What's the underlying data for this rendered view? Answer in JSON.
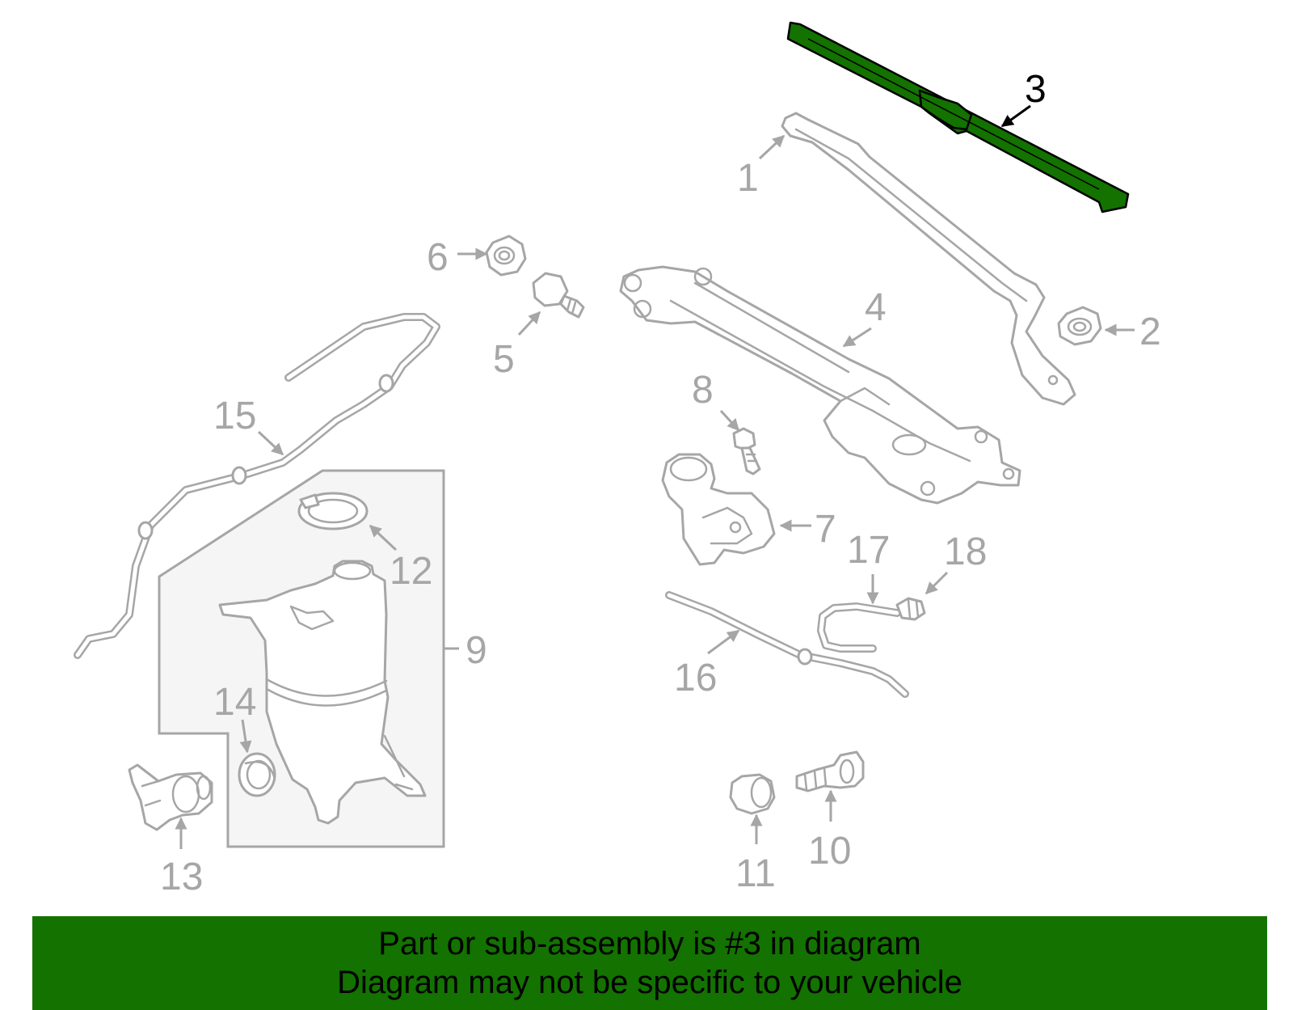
{
  "highlight_color": "#137200",
  "callouts": {
    "p1": "1",
    "p2": "2",
    "p3": "3",
    "p4": "4",
    "p5": "5",
    "p6": "6",
    "p7": "7",
    "p8": "8",
    "p9": "9",
    "p10": "10",
    "p11": "11",
    "p12": "12",
    "p13": "13",
    "p14": "14",
    "p15": "15",
    "p16": "16",
    "p17": "17",
    "p18": "18"
  },
  "banner": {
    "line1": "Part or sub-assembly is #3 in diagram",
    "line2": "Diagram may not be specific to your vehicle"
  }
}
